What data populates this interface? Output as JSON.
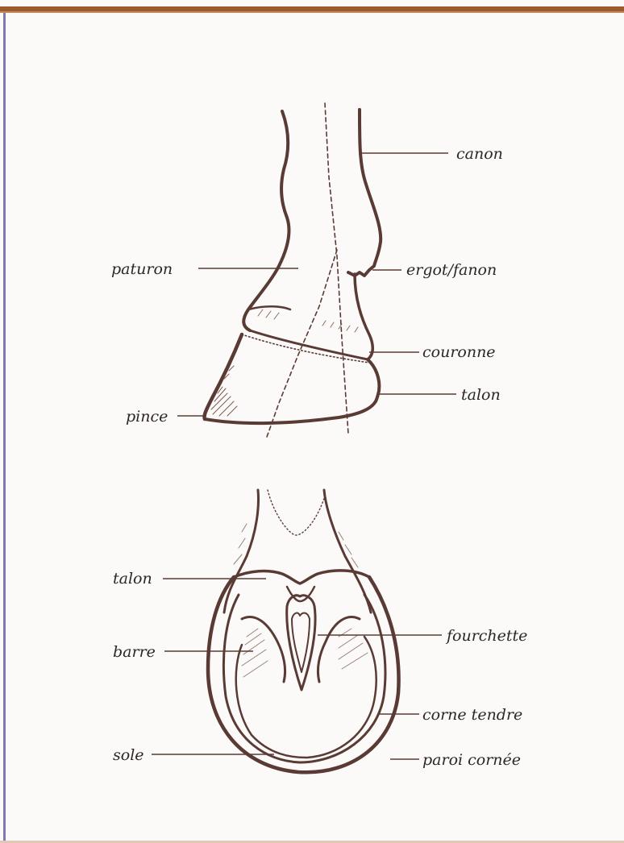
{
  "colors": {
    "ink": "#5a3a34",
    "frame_top": "#9c5a2e",
    "frame_left": "#7f77b8",
    "background": "#fbfaf8"
  },
  "side_view": {
    "labels": {
      "canon": "canon",
      "paturon": "paturon",
      "ergot": "ergot/fanon",
      "couronne": "couronne",
      "talon": "talon",
      "pince": "pince"
    }
  },
  "sole_view": {
    "labels": {
      "talon": "talon",
      "fourchette": "fourchette",
      "barre": "barre",
      "corne_tendre": "corne tendre",
      "sole": "sole",
      "paroi_cornee": "paroi cornée"
    }
  }
}
